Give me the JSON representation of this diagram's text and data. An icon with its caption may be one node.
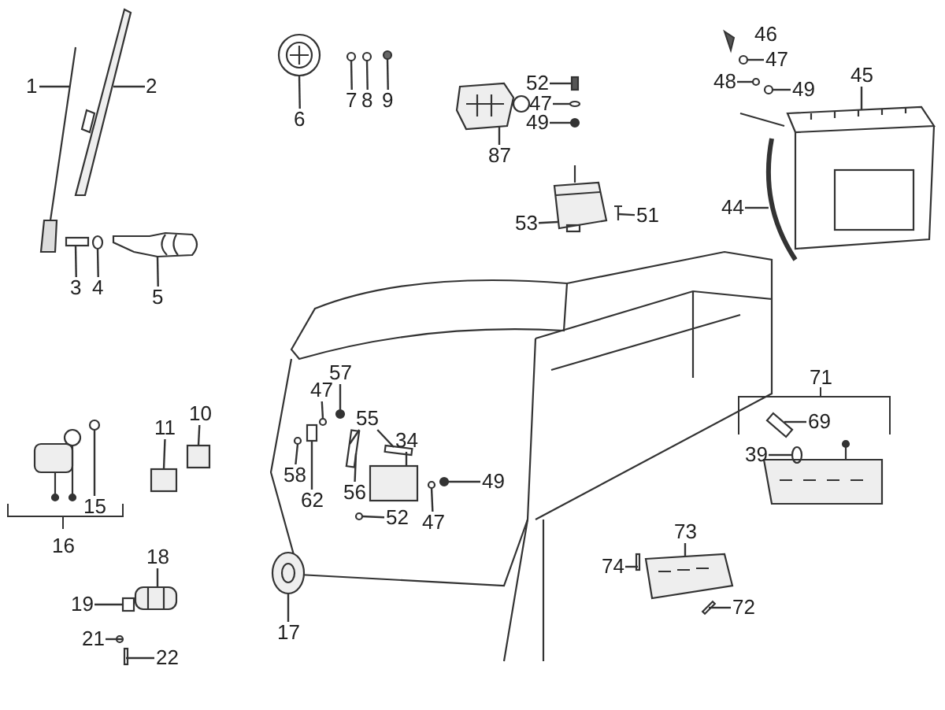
{
  "diagram": {
    "nodes": [
      {
        "text": [
          "1"
        ]
      },
      {
        "text": [
          "2"
        ]
      },
      {
        "text": [
          "6"
        ]
      },
      {
        "text": [
          "7"
        ]
      },
      {
        "text": [
          "8"
        ]
      },
      {
        "text": [
          "9"
        ]
      },
      {
        "text": [
          "47"
        ]
      },
      {
        "text": [
          "48"
        ]
      },
      {
        "text": [
          "52"
        ]
      },
      {
        "text": [
          "49"
        ]
      },
      {
        "text": [
          "45"
        ]
      },
      {
        "text": [
          "47"
        ]
      },
      {
        "text": [
          "49"
        ]
      },
      {
        "text": [
          "87"
        ]
      },
      {
        "text": [
          "51"
        ]
      },
      {
        "text": [
          "53"
        ]
      },
      {
        "text": [
          "44"
        ]
      },
      {
        "text": [
          "3"
        ]
      },
      {
        "text": [
          "4"
        ]
      },
      {
        "text": [
          "5"
        ]
      },
      {
        "text": [
          "57"
        ]
      },
      {
        "text": [
          "47"
        ]
      },
      {
        "text": [
          "55"
        ]
      },
      {
        "text": [
          "10"
        ]
      },
      {
        "text": [
          "34"
        ]
      },
      {
        "text": [
          "11"
        ]
      },
      {
        "text": [
          "58"
        ]
      },
      {
        "text": [
          "62"
        ]
      },
      {
        "text": [
          "56"
        ]
      },
      {
        "text": [
          "49"
        ]
      },
      {
        "text": [
          "69"
        ]
      },
      {
        "text": [
          "39"
        ]
      },
      {
        "text": [
          "52"
        ]
      },
      {
        "text": [
          "47"
        ]
      },
      {
        "text": [
          "15"
        ]
      },
      {
        "text": [
          "73"
        ]
      },
      {
        "text": [
          "74"
        ]
      },
      {
        "text": [
          "18"
        ]
      },
      {
        "text": [
          "19"
        ]
      },
      {
        "text": [
          "72"
        ]
      },
      {
        "text": [
          "17"
        ]
      },
      {
        "text": [
          "21"
        ]
      },
      {
        "text": [
          "22"
        ]
      },
      {
        "text": [],
        "shape": "picture"
      },
      {
        "text": [],
        "shape": "picture"
      },
      {
        "text": [],
        "shape": "picture"
      },
      {
        "text": [],
        "shape": "circle"
      },
      {
        "text": [],
        "shape": "circle"
      },
      {
        "text": [],
        "shape": "circle"
      },
      {
        "text": [],
        "shape": "circle"
      },
      {
        "text": [],
        "shape": "circle"
      },
      {
        "text": [],
        "shape": "box"
      },
      {
        "text": [],
        "shape": "circle"
      },
      {
        "text": [],
        "shape": "picture"
      },
      {
        "text": [],
        "shape": "circle"
      },
      {
        "text": [],
        "shape": "circle"
      },
      {
        "text": [],
        "shape": "picture"
      },
      {
        "text": [],
        "shape": "picture"
      },
      {
        "text": [],
        "shape": "picture"
      },
      {
        "text": [],
        "shape": "picture"
      },
      {
        "text": [],
        "shape": "box"
      },
      {
        "text": [],
        "shape": "circle"
      },
      {
        "text": [],
        "shape": "picture"
      },
      {
        "text": [],
        "shape": "circle"
      },
      {
        "text": [],
        "shape": "circle"
      },
      {
        "text": [],
        "shape": "bar"
      },
      {
        "text": [],
        "shape": "bar"
      },
      {
        "text": [],
        "shape": "box"
      },
      {
        "text": [],
        "shape": "box"
      },
      {
        "text": [],
        "shape": "box"
      },
      {
        "text": [],
        "shape": "circle"
      },
      {
        "text": [],
        "shape": "box"
      },
      {
        "text": [],
        "shape": "circle"
      },
      {
        "text": [],
        "shape": "bar"
      },
      {
        "text": [],
        "shape": "circle"
      },
      {
        "text": [],
        "shape": "circle"
      },
      {
        "text": [],
        "shape": "circle"
      },
      {
        "text": [],
        "shape": "circle"
      },
      {
        "text": [],
        "shape": "picture"
      },
      {
        "text": [],
        "shape": "bar"
      },
      {
        "text": [],
        "shape": "picture"
      },
      {
        "text": [],
        "shape": "box"
      },
      {
        "text": [],
        "shape": "bar"
      },
      {
        "text": [],
        "shape": "picture"
      },
      {
        "text": [],
        "shape": "circle"
      },
      {
        "text": [],
        "shape": "bar"
      }
    ],
    "edges": [
      {
        "from": 0,
        "to": 43,
        "arrow": "none"
      },
      {
        "from": 1,
        "to": 44,
        "arrow": "none"
      },
      {
        "from": 2,
        "to": 45,
        "arrow": "none"
      },
      {
        "from": 3,
        "to": 46,
        "arrow": "none"
      },
      {
        "from": 4,
        "to": 47,
        "arrow": "none"
      },
      {
        "from": 5,
        "to": 48,
        "arrow": "none"
      },
      {
        "from": 6,
        "to": 49,
        "arrow": "none"
      },
      {
        "from": 7,
        "to": 50,
        "arrow": "none"
      },
      {
        "from": 8,
        "to": 51,
        "arrow": "none"
      },
      {
        "from": 9,
        "to": 52,
        "arrow": "none"
      },
      {
        "from": 10,
        "to": 53,
        "arrow": "none"
      },
      {
        "from": 11,
        "to": 54,
        "arrow": "none"
      },
      {
        "from": 12,
        "to": 55,
        "arrow": "none"
      },
      {
        "from": 13,
        "to": 56,
        "arrow": "none"
      },
      {
        "from": 14,
        "to": 57,
        "arrow": "none"
      },
      {
        "from": 15,
        "to": 58,
        "arrow": "none"
      },
      {
        "from": 16,
        "to": 59,
        "arrow": "none"
      },
      {
        "from": 17,
        "to": 60,
        "arrow": "none"
      },
      {
        "from": 18,
        "to": 61,
        "arrow": "none"
      },
      {
        "from": 19,
        "to": 62,
        "arrow": "none"
      },
      {
        "from": 20,
        "to": 63,
        "arrow": "none"
      },
      {
        "from": 21,
        "to": 64,
        "arrow": "none"
      },
      {
        "from": 22,
        "to": 65,
        "arrow": "none"
      },
      {
        "from": 22,
        "to": 66,
        "arrow": "none"
      },
      {
        "from": 23,
        "to": 67,
        "arrow": "none"
      },
      {
        "from": 24,
        "to": 68,
        "arrow": "none"
      },
      {
        "from": 25,
        "to": 69,
        "arrow": "none"
      },
      {
        "from": 26,
        "to": 70,
        "arrow": "none"
      },
      {
        "from": 27,
        "to": 71,
        "arrow": "none"
      },
      {
        "from": 28,
        "to": 65,
        "arrow": "none"
      },
      {
        "from": 29,
        "to": 72,
        "arrow": "none"
      },
      {
        "from": 30,
        "to": 73,
        "arrow": "none"
      },
      {
        "from": 31,
        "to": 74,
        "arrow": "none"
      },
      {
        "from": 32,
        "to": 75,
        "arrow": "none"
      },
      {
        "from": 33,
        "to": 76,
        "arrow": "none"
      },
      {
        "from": 34,
        "to": 77,
        "arrow": "none"
      },
      {
        "from": 35,
        "to": 78,
        "arrow": "none"
      },
      {
        "from": 36,
        "to": 79,
        "arrow": "none"
      },
      {
        "from": 37,
        "to": 80,
        "arrow": "none"
      },
      {
        "from": 38,
        "to": 81,
        "arrow": "none"
      },
      {
        "from": 39,
        "to": 82,
        "arrow": "none"
      },
      {
        "from": 40,
        "to": 83,
        "arrow": "none"
      },
      {
        "from": 41,
        "to": 84,
        "arrow": "none"
      },
      {
        "from": 42,
        "to": 85,
        "arrow": "none"
      }
    ],
    "labels": [
      "46",
      "16",
      "71"
    ]
  }
}
